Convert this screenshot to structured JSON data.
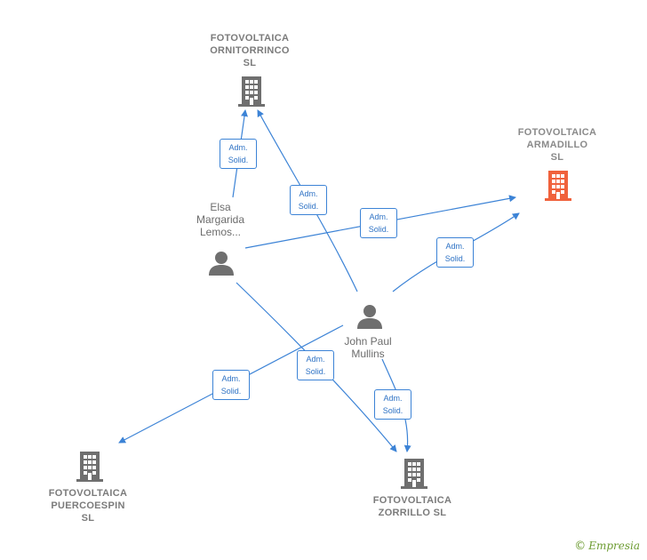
{
  "companies": {
    "ornitorrinco": {
      "label": "FOTOVOLTAICA\nORNITORRINCO\nSL"
    },
    "armadillo": {
      "label": "FOTOVOLTAICA\nARMADILLO\nSL"
    },
    "puercoespin": {
      "label": "FOTOVOLTAICA\nPUERCOESPIN\nSL"
    },
    "zorrillo": {
      "label": "FOTOVOLTAICA\nZORRILLO  SL"
    }
  },
  "people": {
    "elsa": {
      "label": "Elsa\nMargarida\nLemos..."
    },
    "john": {
      "label": "John Paul\nMullins"
    }
  },
  "relations": [
    {
      "from": "Elsa Margarida Lemos...",
      "to": "FOTOVOLTAICA ORNITORRINCO SL",
      "role": "Adm.\nSolid."
    },
    {
      "from": "John Paul Mullins",
      "to": "FOTOVOLTAICA ORNITORRINCO SL",
      "role": "Adm.\nSolid."
    },
    {
      "from": "Elsa Margarida Lemos...",
      "to": "FOTOVOLTAICA ARMADILLO SL",
      "role": "Adm.\nSolid."
    },
    {
      "from": "John Paul Mullins",
      "to": "FOTOVOLTAICA ARMADILLO SL",
      "role": "Adm.\nSolid."
    },
    {
      "from": "John Paul Mullins",
      "to": "FOTOVOLTAICA PUERCOESPIN SL",
      "role": "Adm.\nSolid."
    },
    {
      "from": "Elsa Margarida Lemos...",
      "to": "FOTOVOLTAICA ZORRILLO SL",
      "role": "Adm.\nSolid."
    },
    {
      "from": "John Paul Mullins",
      "to": "FOTOVOLTAICA ZORRILLO SL",
      "role": "Adm.\nSolid."
    }
  ],
  "colors": {
    "edge": "#3c83d6",
    "company_icon": "#6f6f6f",
    "highlight_icon": "#f0623c",
    "person_icon": "#6f6f6f"
  },
  "branding": {
    "copyright_symbol": "©",
    "name": "Empresia"
  }
}
